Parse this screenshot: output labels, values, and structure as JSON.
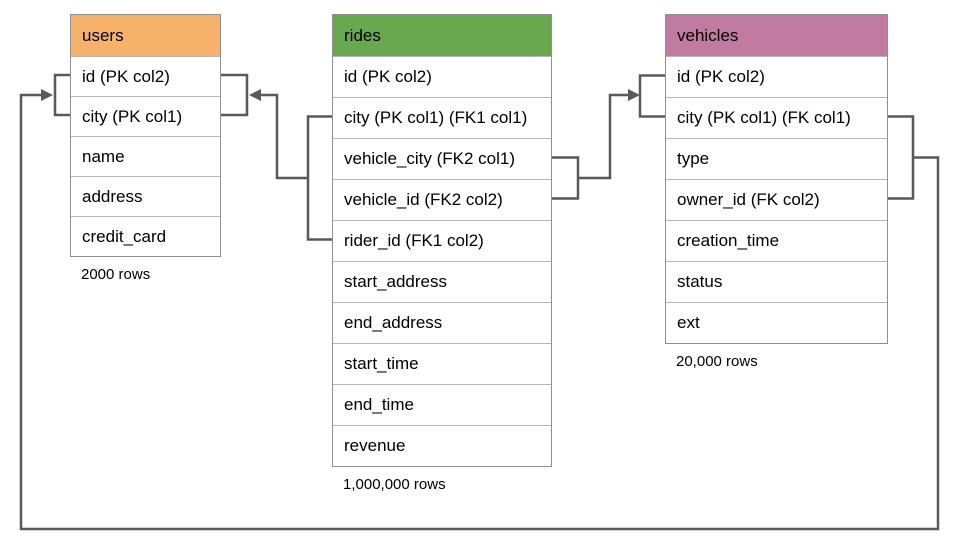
{
  "diagram": {
    "connector_color": "#595959",
    "tables": [
      {
        "name": "users",
        "header_color": "#F6B26B",
        "columns": [
          "id (PK col2)",
          "city (PK col1)",
          "name",
          "address",
          "credit_card"
        ],
        "row_count_label": "2000 rows"
      },
      {
        "name": "rides",
        "header_color": "#6AA84F",
        "columns": [
          "id (PK col2)",
          "city (PK col1) (FK1 col1)",
          "vehicle_city (FK2 col1)",
          "vehicle_id (FK2 col2)",
          "rider_id (FK1 col2)",
          "start_address",
          "end_address",
          "start_time",
          "end_time",
          "revenue"
        ],
        "row_count_label": "1,000,000 rows"
      },
      {
        "name": "vehicles",
        "header_color": "#C27BA0",
        "columns": [
          "id (PK col2)",
          "city (PK col1) (FK col1)",
          "type",
          "owner_id (FK col2)",
          "creation_time",
          "status",
          "ext"
        ],
        "row_count_label": "20,000 rows"
      }
    ],
    "relationships": [
      {
        "from": "rides (city FK1 col1, rider_id FK1 col2)",
        "to": "users (id, city)"
      },
      {
        "from": "rides (vehicle_city FK2 col1, vehicle_id FK2 col2)",
        "to": "vehicles (id, city)"
      },
      {
        "from": "vehicles (city FK col1, owner_id FK col2)",
        "to": "users (id, city)"
      }
    ]
  }
}
